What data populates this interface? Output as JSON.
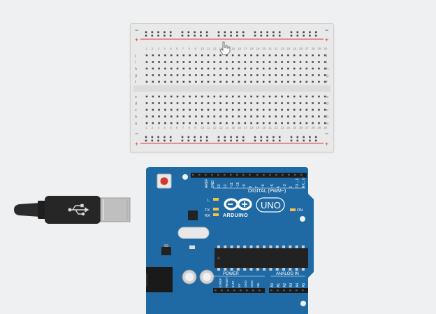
{
  "breadboard": {
    "rail_minus": "−",
    "rail_plus": "+",
    "row_letters_top": [
      "j",
      "i",
      "h",
      "g",
      "f"
    ],
    "row_letters_bottom": [
      "e",
      "d",
      "c",
      "b",
      "a"
    ],
    "columns": 30,
    "column_labels_shown": [
      "1",
      "5",
      "10",
      "15",
      "20",
      "25",
      "30"
    ]
  },
  "arduino": {
    "brand": "ARDUINO",
    "model": "UNO",
    "digital_label": "DIGITAL (PWM~)",
    "power_label": "POWER",
    "analog_label": "ANALOG IN",
    "on_label": "ON",
    "led_l": "L",
    "led_tx": "TX",
    "led_rx": "RX",
    "top_pins": [
      "AREF",
      "GND",
      "13",
      "12",
      "~11",
      "~10",
      "~9",
      "8",
      "7",
      "~6",
      "~5",
      "4",
      "~3",
      "2",
      "TX→1",
      "RX←0"
    ],
    "power_pins": [
      "IOREF",
      "RESET",
      "3.3V",
      "5V",
      "GND",
      "GND",
      "Vin"
    ],
    "analog_pins": [
      "A0",
      "A1",
      "A2",
      "A3",
      "A4",
      "A5"
    ]
  },
  "colors": {
    "board_blue": "#1f6aa5",
    "rail_red": "#d23b3b",
    "background": "#eef0f1"
  }
}
